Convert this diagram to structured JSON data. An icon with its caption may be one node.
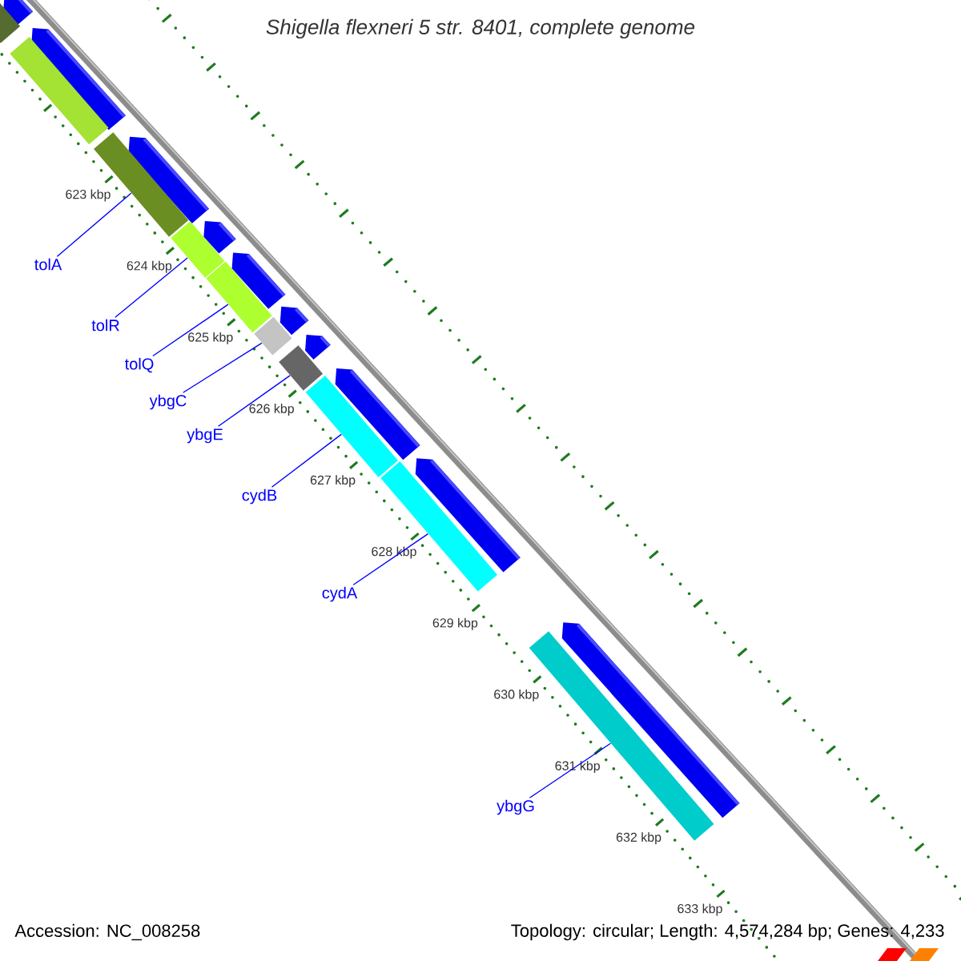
{
  "diagram": {
    "title": "Shigella flexneri 5 str. 8401, complete genome",
    "nodes": [
      {
        "text": [
          "tolA"
        ]
      },
      {
        "text": [
          "tolR"
        ]
      },
      {
        "text": [
          "tolQ"
        ]
      },
      {
        "text": [
          "ybgC"
        ]
      },
      {
        "text": [
          "ybgE"
        ]
      },
      {
        "text": [
          "cydB"
        ]
      },
      {
        "text": [
          "cydA"
        ]
      },
      {
        "text": [
          "ybgG"
        ]
      },
      {
        "text": [],
        "shape": "bar"
      },
      {
        "text": [],
        "shape": "bar"
      },
      {
        "text": [],
        "shape": "bar"
      },
      {
        "text": [],
        "shape": "bar"
      },
      {
        "text": [],
        "shape": "bar"
      },
      {
        "text": [],
        "shape": "bar"
      },
      {
        "text": [],
        "shape": "bar"
      },
      {
        "text": [],
        "shape": "bar"
      }
    ],
    "edges": [
      {
        "from": 0,
        "to": 8,
        "arrow": "none"
      },
      {
        "from": 1,
        "to": 9,
        "arrow": "none"
      },
      {
        "from": 2,
        "to": 10,
        "arrow": "none"
      },
      {
        "from": 3,
        "to": 11,
        "arrow": "none"
      },
      {
        "from": 4,
        "to": 12,
        "arrow": "none"
      },
      {
        "from": 5,
        "to": 13,
        "arrow": "none"
      },
      {
        "from": 6,
        "to": 14,
        "arrow": "none"
      },
      {
        "from": 7,
        "to": 15,
        "arrow": "none"
      }
    ],
    "labels": [
      "623 kbp",
      "624 kbp",
      "625 kbp",
      "626 kbp",
      "627 kbp",
      "628 kbp",
      "629 kbp",
      "630 kbp",
      "631 kbp",
      "632 kbp",
      "633 kbp",
      "Accession: NC_008258",
      "Topology: circular; Length: 4,574,284 bp; Genes: 4,233"
    ]
  }
}
